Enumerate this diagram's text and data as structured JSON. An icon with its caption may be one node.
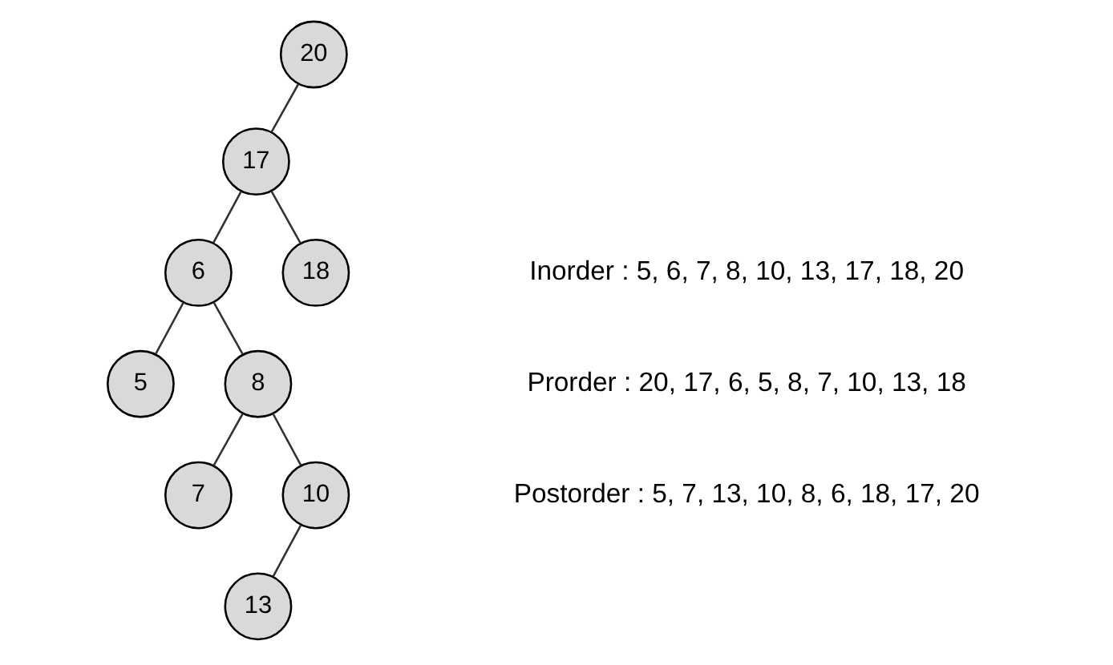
{
  "diagram": {
    "nodes": [
      {
        "text": [
          "20"
        ]
      },
      {
        "text": [
          "17"
        ]
      },
      {
        "text": [
          "6"
        ]
      },
      {
        "text": [
          "18"
        ]
      },
      {
        "text": [
          "5"
        ]
      },
      {
        "text": [
          "8"
        ]
      },
      {
        "text": [
          "7"
        ]
      },
      {
        "text": [
          "10"
        ]
      },
      {
        "text": [
          "13"
        ]
      }
    ],
    "edges": [
      {
        "from": 0,
        "to": 1,
        "arrow": "none"
      },
      {
        "from": 1,
        "to": 2,
        "arrow": "none"
      },
      {
        "from": 1,
        "to": 3,
        "arrow": "none"
      },
      {
        "from": 2,
        "to": 4,
        "arrow": "none"
      },
      {
        "from": 2,
        "to": 5,
        "arrow": "none"
      },
      {
        "from": 5,
        "to": 6,
        "arrow": "none"
      },
      {
        "from": 5,
        "to": 7,
        "arrow": "none"
      },
      {
        "from": 7,
        "to": 8,
        "arrow": "none"
      }
    ],
    "labels": [
      "Inorder : 5, 6, 7, 8, 10, 13, 17, 18, 20",
      "Prorder : 20, 17, 6, 5, 8, 7, 10, 13, 18",
      "Postorder : 5, 7, 13, 10, 8, 6, 18, 17, 20"
    ]
  }
}
